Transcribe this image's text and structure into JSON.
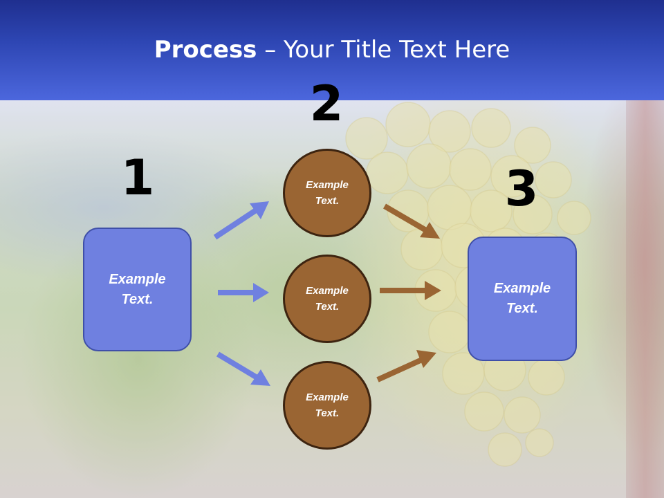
{
  "title": {
    "bold": "Process",
    "rest": " – Your Title Text Here"
  },
  "steps": [
    {
      "number": "1"
    },
    {
      "number": "2"
    },
    {
      "number": "3"
    }
  ],
  "boxes": {
    "left": "Example Text.",
    "right": "Example Text."
  },
  "circles": [
    {
      "text": "Example Text."
    },
    {
      "text": "Example Text."
    },
    {
      "text": "Example Text."
    }
  ],
  "colors": {
    "header": "#2d45b2",
    "box": "#6f80e0",
    "circle": "#9a6533",
    "arrow_blue": "#6f80e0",
    "arrow_brown": "#9a6533"
  }
}
